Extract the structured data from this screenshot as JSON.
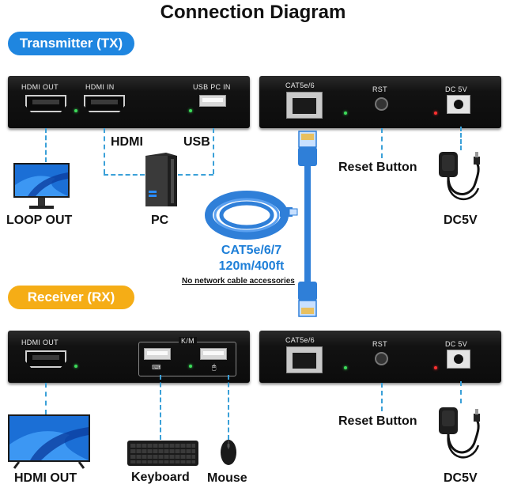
{
  "title": "Connection Diagram",
  "colors": {
    "tx_pill": "#1f86e0",
    "rx_pill": "#f5ad16",
    "dash": "#3aa0d8",
    "cable": "#2f7fd8"
  },
  "transmitter": {
    "badge": "Transmitter (TX)",
    "left_panel": {
      "hdmi_out": "HDMI OUT",
      "hdmi_in": "HDMI IN",
      "usb_pc_in": "USB PC IN"
    },
    "right_panel": {
      "cat": "CAT5e/6",
      "rst": "RST",
      "dc": "DC 5V"
    },
    "labels": {
      "hdmi": "HDMI",
      "usb": "USB",
      "loop_out": "LOOP OUT",
      "pc": "PC",
      "reset": "Reset Button",
      "dc5v": "DC5V"
    }
  },
  "cable": {
    "line1": "CAT5e/6/7",
    "line2": "120m/400ft",
    "note": "No network cable accessories"
  },
  "receiver": {
    "badge": "Receiver (RX)",
    "left_panel": {
      "hdmi_out": "HDMI OUT",
      "km": "K/M"
    },
    "right_panel": {
      "cat": "CAT5e/6",
      "rst": "RST",
      "dc": "DC 5V"
    },
    "labels": {
      "hdmi_out": "HDMI OUT",
      "keyboard": "Keyboard",
      "mouse": "Mouse",
      "reset": "Reset Button",
      "dc5v": "DC5V"
    }
  },
  "icons": [
    "monitor-icon",
    "pc-tower-icon",
    "tv-icon",
    "keyboard-icon",
    "mouse-icon",
    "power-adapter-icon",
    "network-cable-icon",
    "ethernet-coil-icon"
  ]
}
